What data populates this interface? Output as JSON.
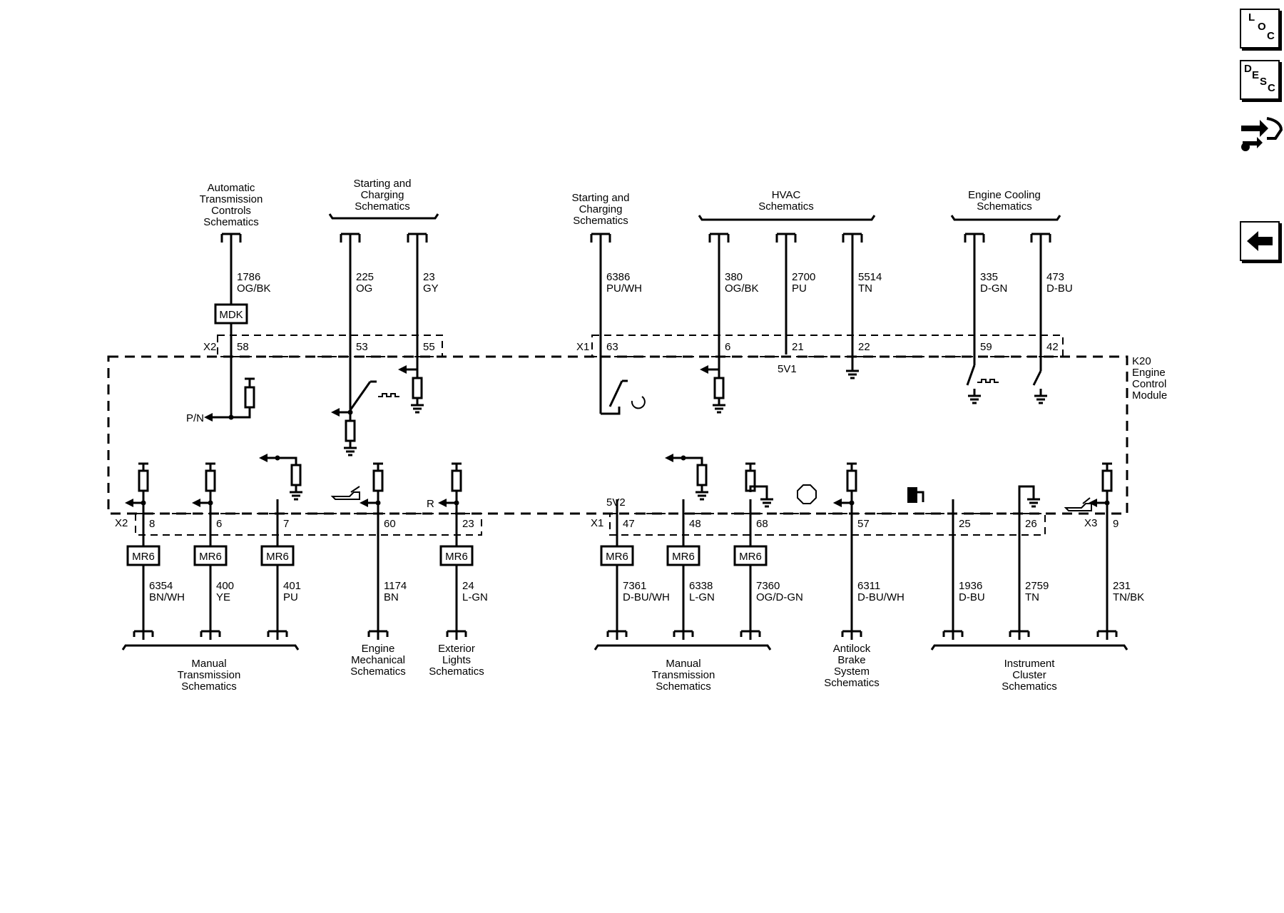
{
  "side_toolbar": {
    "loc": {
      "l1": "L",
      "l2": "O",
      "l3": "C"
    },
    "desc": {
      "l1": "D",
      "l2": "E",
      "l3": "S",
      "l4": "C"
    },
    "icons": [
      "location-icon",
      "description-icon",
      "connector-end-view-icon",
      "back-arrow-icon"
    ]
  },
  "module": {
    "name": "K20",
    "line2": "Engine",
    "line3": "Control",
    "line4": "Module"
  },
  "connectors": {
    "x1": "X1",
    "x2": "X2",
    "x3": "X3"
  },
  "references": {
    "atc": [
      "Automatic",
      "Transmission",
      "Controls",
      "Schematics"
    ],
    "start_charge_a": [
      "Starting and",
      "Charging",
      "Schematics"
    ],
    "start_charge_b": [
      "Starting and",
      "Charging",
      "Schematics"
    ],
    "hvac": [
      "HVAC",
      "Schematics"
    ],
    "cooling": [
      "Engine Cooling",
      "Schematics"
    ],
    "manual_trans_a": [
      "Manual",
      "Transmission",
      "Schematics"
    ],
    "engine_mech": [
      "Engine",
      "Mechanical",
      "Schematics"
    ],
    "exterior_lights": [
      "Exterior",
      "Lights",
      "Schematics"
    ],
    "manual_trans_b": [
      "Manual",
      "Transmission",
      "Schematics"
    ],
    "abs": [
      "Antilock",
      "Brake",
      "System",
      "Schematics"
    ],
    "cluster": [
      "Instrument",
      "Cluster",
      "Schematics"
    ]
  },
  "top_circuits": [
    {
      "pin": "58",
      "circuit": "1786",
      "color": "OG/BK"
    },
    {
      "pin": "53",
      "circuit": "225",
      "color": "OG"
    },
    {
      "pin": "55",
      "circuit": "23",
      "color": "GY"
    },
    {
      "pin": "63",
      "circuit": "6386",
      "color": "PU/WH"
    },
    {
      "pin": "6",
      "circuit": "380",
      "color": "OG/BK"
    },
    {
      "pin": "21",
      "circuit": "2700",
      "color": "PU"
    },
    {
      "pin": "22",
      "circuit": "5514",
      "color": "TN"
    },
    {
      "pin": "59",
      "circuit": "335",
      "color": "D-GN"
    },
    {
      "pin": "42",
      "circuit": "473",
      "color": "D-BU"
    }
  ],
  "bottom_circuits": [
    {
      "pin": "8",
      "circuit": "6354",
      "color": "BN/WH"
    },
    {
      "pin": "6",
      "circuit": "400",
      "color": "YE"
    },
    {
      "pin": "7",
      "circuit": "401",
      "color": "PU"
    },
    {
      "pin": "60",
      "circuit": "1174",
      "color": "BN"
    },
    {
      "pin": "23",
      "circuit": "24",
      "color": "L-GN"
    },
    {
      "pin": "47",
      "circuit": "7361",
      "color": "D-BU/WH"
    },
    {
      "pin": "48",
      "circuit": "6338",
      "color": "L-GN"
    },
    {
      "pin": "68",
      "circuit": "7360",
      "color": "OG/D-GN"
    },
    {
      "pin": "57",
      "circuit": "6311",
      "color": "D-BU/WH"
    },
    {
      "pin": "25",
      "circuit": "1936",
      "color": "D-BU"
    },
    {
      "pin": "26",
      "circuit": "2759",
      "color": "TN"
    },
    {
      "pin": "9",
      "circuit": "231",
      "color": "TN/BK"
    }
  ],
  "options": {
    "mdk": "MDK",
    "mr6": "MR6"
  },
  "internal": {
    "pn": "P/N",
    "r": "R",
    "v5_1": "5V1",
    "v5_2": "5V2"
  }
}
